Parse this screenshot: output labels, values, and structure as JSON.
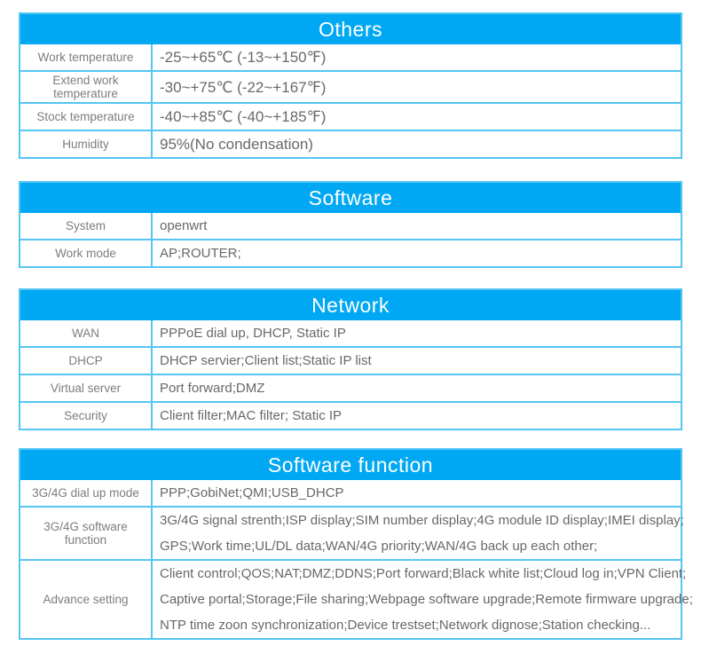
{
  "theme": {
    "header_blue": "#00a8f3",
    "border_blue": "#55c5f3",
    "label_gray": "#7d7d7d",
    "value_gray": "#686868",
    "header_text": "#ffffff"
  },
  "tables": [
    {
      "title": "Others",
      "rows": [
        {
          "label": "Work temperature",
          "lines": [
            "-25~+65℃ (-13~+150℉)"
          ]
        },
        {
          "label": "Extend work temperature",
          "lines": [
            "-30~+75℃ (-22~+167℉)"
          ]
        },
        {
          "label": "Stock temperature",
          "lines": [
            "-40~+85℃ (-40~+185℉)"
          ]
        },
        {
          "label": "Humidity",
          "lines": [
            "95%(No condensation)"
          ]
        }
      ]
    },
    {
      "title": "Software",
      "rows": [
        {
          "label": "System",
          "lines": [
            "openwrt"
          ]
        },
        {
          "label": "Work mode",
          "lines": [
            "AP;ROUTER;"
          ]
        }
      ]
    },
    {
      "title": "Network",
      "rows": [
        {
          "label": "WAN",
          "lines": [
            "PPPoE dial up, DHCP, Static IP"
          ]
        },
        {
          "label": "DHCP",
          "lines": [
            "DHCP servier;Client list;Static IP list"
          ]
        },
        {
          "label": "Virtual server",
          "lines": [
            "Port forward;DMZ"
          ]
        },
        {
          "label": "Security",
          "lines": [
            "Client filter;MAC filter; Static IP"
          ]
        }
      ]
    },
    {
      "title": "Software function",
      "rows": [
        {
          "label": "3G/4G dial up mode",
          "lines": [
            "PPP;GobiNet;QMI;USB_DHCP"
          ]
        },
        {
          "label": "3G/4G software function",
          "lines": [
            "3G/4G signal strenth;ISP display;SIM number display;4G module ID display;IMEI display;",
            "GPS;Work time;UL/DL data;WAN/4G priority;WAN/4G back up each other;"
          ]
        },
        {
          "label": "Advance setting",
          "lines": [
            "Client control;QOS;NAT;DMZ;DDNS;Port forward;Black white list;Cloud log in;VPN Client;",
            "Captive portal;Storage;File sharing;Webpage software upgrade;Remote firmware upgrade;",
            "NTP time zoon synchronization;Device trestset;Network dignose;Station checking..."
          ]
        }
      ]
    }
  ]
}
